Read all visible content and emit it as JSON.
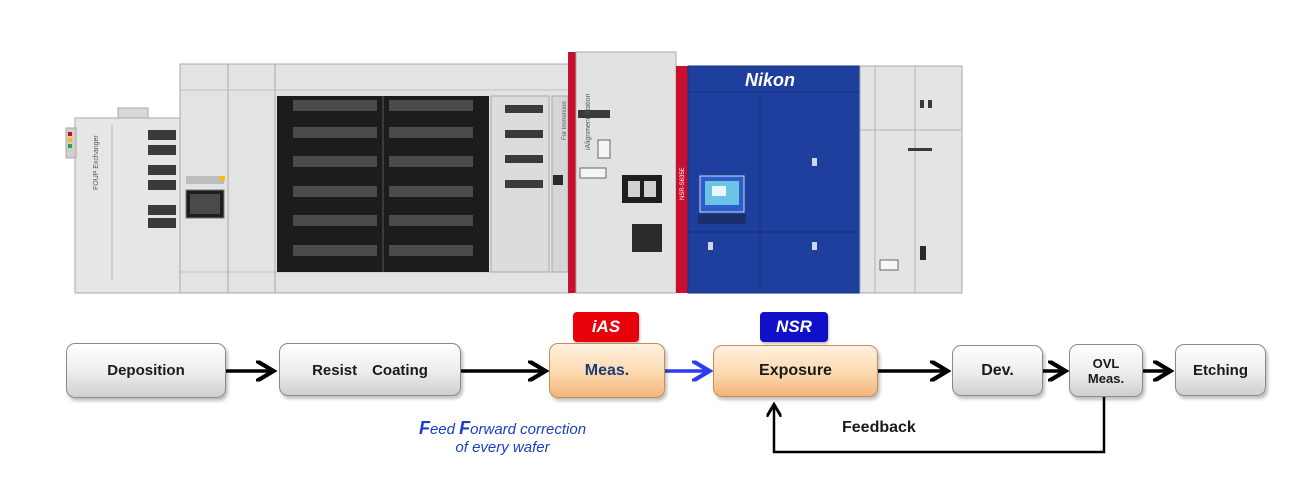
{
  "machine": {
    "brand_logo": "Nikon",
    "model_label": "NSR-S635E",
    "left_module_label": "FOUP Exchanger",
    "immersion_label": "For Immersion",
    "alignment_label": "iAlignment Station"
  },
  "badges": {
    "ias": "iAS",
    "nsr": "NSR"
  },
  "nodes": {
    "deposition": "Deposition",
    "resist_coating": "Resist　Coating",
    "meas": "Meas.",
    "exposure": "Exposure",
    "dev": "Dev.",
    "ovl_line1": "OVL",
    "ovl_line2": "Meas.",
    "etching": "Etching"
  },
  "annotations": {
    "feedforward_f1": "F",
    "feedforward_t1": "eed ",
    "feedforward_f2": "F",
    "feedforward_t2": "orward correction",
    "feedforward_line2": "of every wafer",
    "feedback": "Feedback"
  },
  "colors": {
    "ias_badge": "#e8000b",
    "nsr_badge": "#1010c8",
    "nikon_blue": "#1e3f9e",
    "frame_red": "#c8102e",
    "feedforward_arrow": "#2a3df0",
    "caption_blue": "#1a3fc4"
  }
}
